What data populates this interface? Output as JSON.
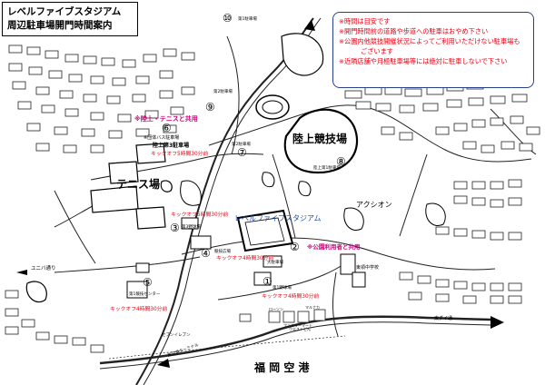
{
  "title": {
    "line1": "レベルファイブスタジアム",
    "line2": "周辺駐車場開門時間案内"
  },
  "notice": [
    "※時間は目安です",
    "※開門時間前の道路や歩道への駐車はおやめ下さい",
    "※公園内他競技開催状況によってご利用いただけない駐車場も",
    "ございます",
    "※近隣店舗や月極駐車場等には絶対に駐車しないで下さい"
  ],
  "venues": {
    "track": "陸上競技場",
    "tennis": "テニス場",
    "stadium": "レベルファイブスタジアム",
    "airport": "福 岡 空 港"
  },
  "shared_labels": {
    "track_tennis": "※陸上・テニスと共用",
    "park_users": "※公園利用者と共用"
  },
  "parking_lots": [
    {
      "id": "lot-1",
      "number": "①",
      "name": "第1野球場",
      "kickoff": "キックオフ4時間30分前"
    },
    {
      "id": "lot-2",
      "number": "②",
      "name": "大駐車場",
      "kickoff": ""
    },
    {
      "id": "lot-3",
      "number": "③",
      "name": "第3野球場",
      "kickoff": "キックオフ5時間30分前"
    },
    {
      "id": "lot-4",
      "number": "④",
      "name": "競技広場",
      "kickoff": "キックオフ4時間30分前"
    },
    {
      "id": "lot-5",
      "number": "⑤",
      "name": "第1競技センター",
      "kickoff": "キックオフ4時間30分前"
    },
    {
      "id": "lot-6",
      "number": "⑥",
      "name": "陸上第3駐車場",
      "kickoff": "キックオフ5時間30分前"
    },
    {
      "id": "lot-7",
      "number": "⑦",
      "name": "第2駐車場",
      "kickoff": ""
    },
    {
      "id": "lot-8",
      "number": "⑧",
      "name": "陸上第1駐車場",
      "kickoff": ""
    },
    {
      "id": "lot-9",
      "number": "⑨",
      "name": "第2駐車場",
      "kickoff": ""
    },
    {
      "id": "lot-10",
      "number": "⑩",
      "name": "第1駐車場",
      "kickoff": ""
    }
  ],
  "small_labels": {
    "bus_lot": "※団体バス駐車場",
    "track_lot3": "陸上第3駐車場",
    "lot2_top": "第2駐車場",
    "lot1_top": "第1駐車場",
    "lot2_mid": "第2駐車場",
    "lot1_track": "陸上第1駐車場",
    "big_lot": "大駐車場",
    "arena": "競技広場",
    "baseball1": "第1野球場",
    "baseball3": "第3野球場",
    "center": "第1競技センター",
    "school": "東領中学校",
    "axion": "アクシオン",
    "unibus": "ユニバ通り",
    "seven": "セブンイレブン",
    "terminal": "東空港ターミナル",
    "higashi": "東ダイ通",
    "shop1": "ローソン",
    "shop2": "ファミリーマート",
    "shop3": "マルナカ",
    "shop4": "ウエストどん"
  }
}
